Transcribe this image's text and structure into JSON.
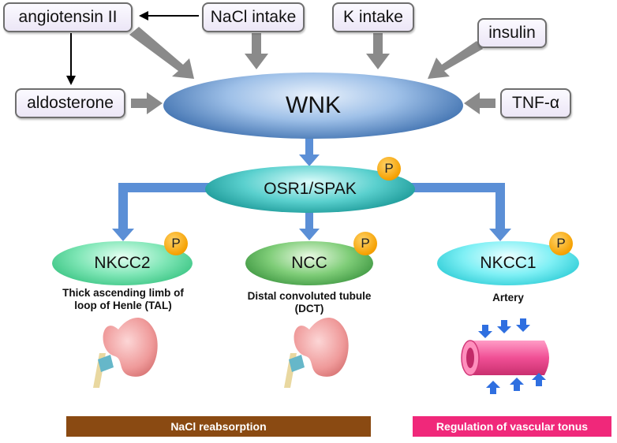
{
  "inputs": {
    "angiotensin": "angiotensin II",
    "nacl_intake": "NaCl intake",
    "k_intake": "K intake",
    "insulin": "insulin",
    "aldosterone": "aldosterone",
    "tnf": "TNF-α"
  },
  "kinases": {
    "wnk": "WNK",
    "osr1_spak": "OSR1/SPAK"
  },
  "phospho_label": "P",
  "targets": {
    "nkcc2": {
      "name": "NKCC2",
      "location": "Thick ascending limb of\nloop of Henle (TAL)"
    },
    "ncc": {
      "name": "NCC",
      "location": "Distal convoluted tubule\n(DCT)"
    },
    "nkcc1": {
      "name": "NKCC1",
      "location": "Artery"
    }
  },
  "outcomes": {
    "nacl_reabsorption": "NaCl reabsorption",
    "vascular_tonus": "Regulation of vascular tonus"
  },
  "colors": {
    "gray_arrow": "#8a8a8a",
    "blue_arrow": "#5b8fd6",
    "wnk_oval": "#2f5f9e",
    "osr1_oval": "#1aa3a3",
    "nkcc2_oval": "#3cc88a",
    "ncc_oval": "#2f8f3a",
    "nkcc1_oval": "#19d6e0",
    "nacl_bar": "#8a4a12",
    "vascular_bar": "#f0287a",
    "kidney": "#f2a0a0",
    "artery": "#f05c9c"
  }
}
